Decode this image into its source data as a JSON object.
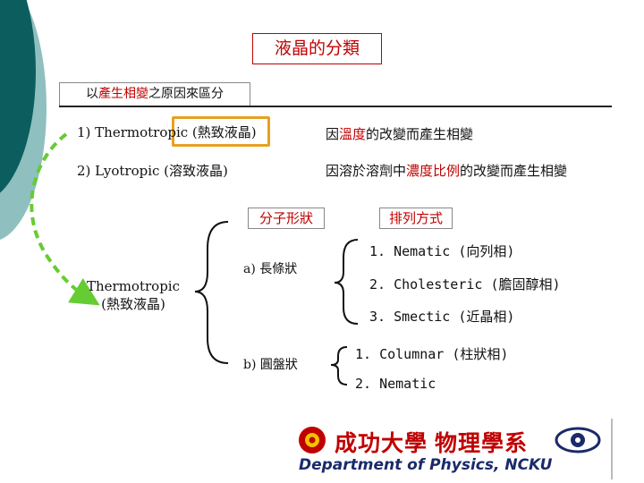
{
  "title": "液晶的分類",
  "subtitle": {
    "prefix": "以",
    "highlight": "產生相變",
    "suffix": "之原因來區分"
  },
  "rows": [
    {
      "label": "1) Thermotropic (熱致液晶)",
      "reason_pre": "因",
      "reason_hl": "溫度",
      "reason_post": "的改變而產生相變"
    },
    {
      "label": "2) Lyotropic (溶致液晶)",
      "reason_pre": "因溶於溶劑中",
      "reason_hl": "濃度比例",
      "reason_post": "的改變而產生相變"
    }
  ],
  "headers": {
    "molecular_shape": "分子形狀",
    "arrangement": "排列方式"
  },
  "root_label": {
    "line1": "Thermotropic",
    "line2": "(熱致液晶)"
  },
  "shapes": [
    {
      "label": "a) 長條狀",
      "arrangements": [
        "1. Nematic (向列相)",
        "2. Cholesteric (膽固醇相)",
        "3. Smectic (近晶相)"
      ]
    },
    {
      "label": "b) 圓盤狀",
      "arrangements": [
        "1. Columnar (柱狀相)",
        "2. Nematic"
      ]
    }
  ],
  "logo": {
    "university": "成功大學",
    "department_zh": "物理學系",
    "department_en": "Department of Physics, NCKU"
  },
  "colors": {
    "accent_red": "#c00000",
    "highlight_orange": "#e8a020",
    "arrow_green": "#66cc33",
    "deco_teal": "#0c5e5e",
    "deco_light": "#8fbfbf"
  }
}
